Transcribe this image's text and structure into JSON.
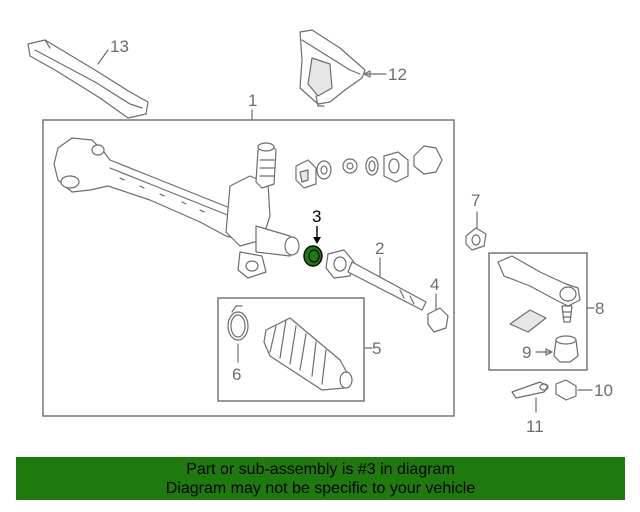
{
  "diagram": {
    "callouts": {
      "c1": "1",
      "c2": "2",
      "c3": "3",
      "c4": "4",
      "c5": "5",
      "c6": "6",
      "c7": "7",
      "c8": "8",
      "c9": "9",
      "c10": "10",
      "c11": "11",
      "c12": "12",
      "c13": "13"
    },
    "highlighted_part": "3",
    "highlight_color": "#1f7a0d",
    "banner_color": "#1f7a0d"
  },
  "banner": {
    "line1": "Part or sub-assembly is #3 in diagram",
    "line2": "Diagram may not be specific to your vehicle"
  }
}
